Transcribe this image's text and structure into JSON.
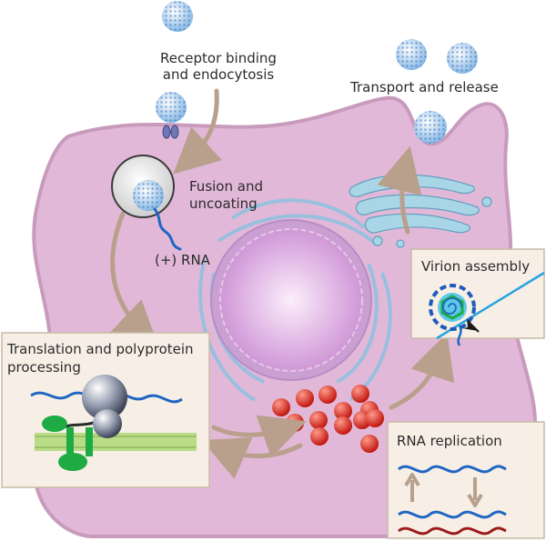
{
  "labels": {
    "receptor_line1": "Receptor binding",
    "receptor_line2": "and endocytosis",
    "transport": "Transport and release",
    "fusion_line1": "Fusion and",
    "fusion_line2": "uncoating",
    "rna_plus": "(+) RNA",
    "virion_assembly": "Virion assembly",
    "translation_line1": "Translation and polyprotein",
    "translation_line2": "processing",
    "rna_replication": "RNA replication"
  },
  "colors": {
    "cell_fill": "#e2b8d8",
    "cell_edge": "#c89bbc",
    "nucleus": "#d8a8dc",
    "er_blue": "#8cc2e0",
    "golgi": "#a9d6e6",
    "virion": "#9ec3e6",
    "ribosome": "#8a93a6",
    "red_vesicle": "#e0281e",
    "panel_bg": "#f7efe6",
    "arrow": "#b8a08c",
    "rna_blue": "#1f66c2",
    "rna_red": "#9e1b1b",
    "protein_green": "#1eab44",
    "membrane_green": "#b9dc86"
  }
}
